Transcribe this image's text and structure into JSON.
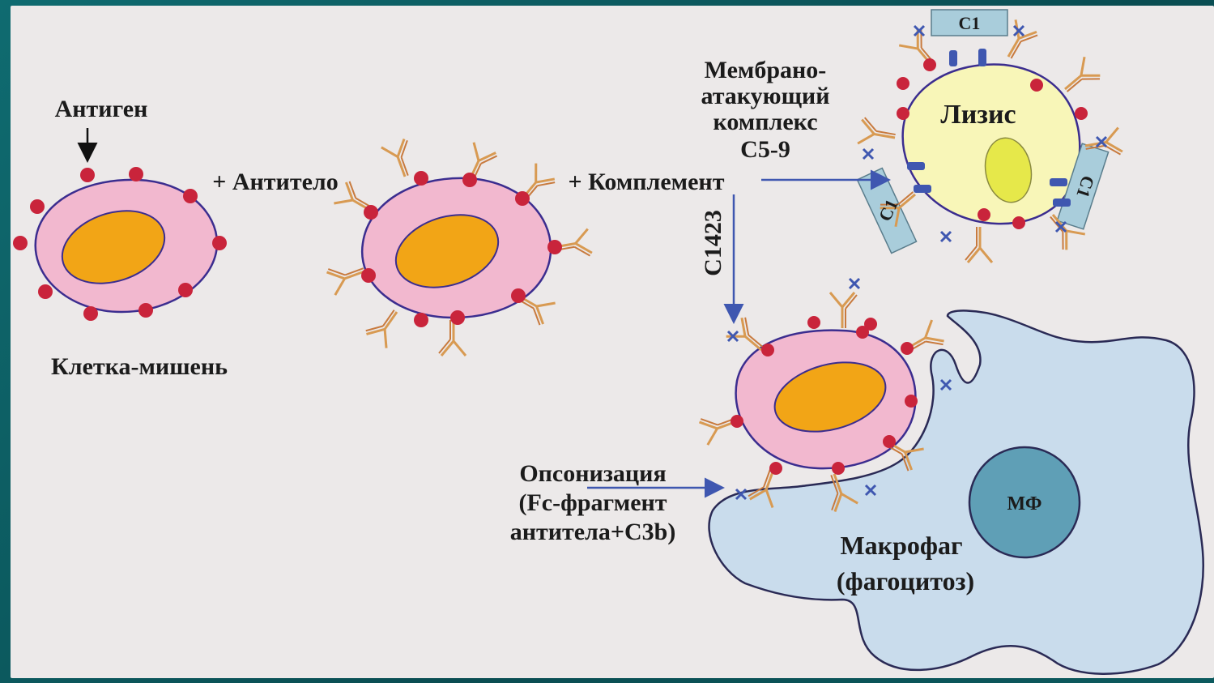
{
  "labels": {
    "antigen": "Антиген",
    "target_cell": "Клетка-мишень",
    "plus_antibody": "+ Антитело",
    "plus_complement": "+ Комплемент",
    "mac_line1": "Мембрано-",
    "mac_line2": "атакующий",
    "mac_line3": "комплекс",
    "mac_line4": "C5-9",
    "lysis": "Лизис",
    "c1": "C1",
    "c1423": "C1423",
    "opsonization_line1": "Опсонизация",
    "opsonization_line2": "(Fc-фрагмент",
    "opsonization_line3": "антитела+C3b)",
    "macrophage_line1": "Макрофаг",
    "macrophage_line2": "(фагоцитоз)",
    "mf": "МФ"
  },
  "colors": {
    "background": "#ece9e9",
    "frame": "#0d5f63",
    "cell_body": "#f2b8cf",
    "cell_outline": "#3b2d8f",
    "nucleus": "#f2a516",
    "antigen_dot": "#c9243b",
    "antibody": "#d89a52",
    "lysis_cell": "#f8f6b8",
    "lysis_nucleus": "#e6e84a",
    "c1_box": "#a9cddb",
    "macrophage": "#c9dcec",
    "mf_nucleus": "#5f9fb6",
    "arrow": "#3f57b0",
    "complement_marker": "#3f57b0"
  }
}
